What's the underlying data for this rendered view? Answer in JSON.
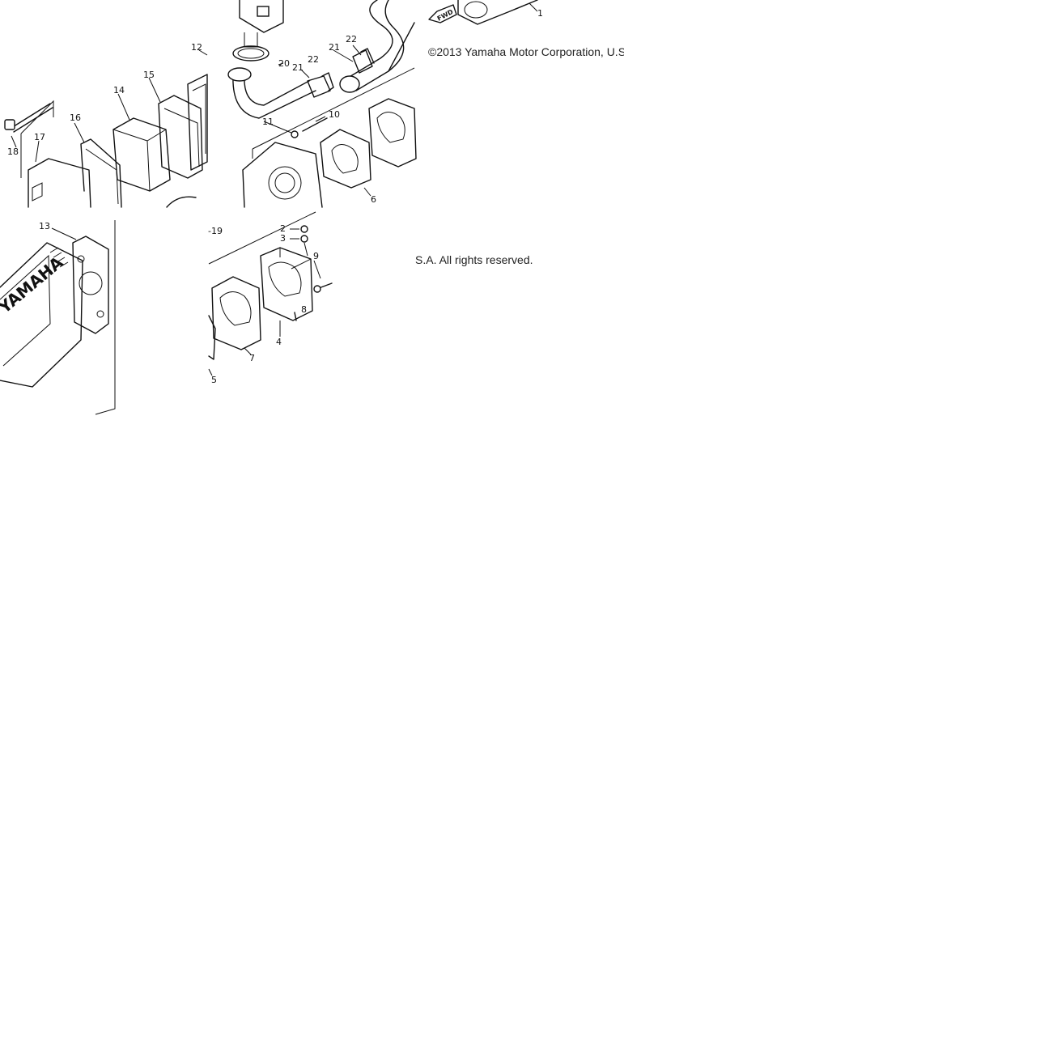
{
  "copyright": {
    "line1": "©2013 Yamaha Motor Corporation, U.S",
    "line2": "S.A. All rights reserved."
  },
  "markings": {
    "brand": "YAMAHA",
    "arrow": "FWD"
  },
  "callouts": {
    "c1": "1",
    "c2": "2",
    "c3": "3",
    "c4": "4",
    "c5": "5",
    "c6": "6",
    "c7": "7",
    "c8": "8",
    "c9": "9",
    "c10": "10",
    "c11": "11",
    "c12": "12",
    "c13": "13",
    "c14": "14",
    "c15": "15",
    "c16": "16",
    "c17": "17",
    "c18": "18",
    "c19": "-19",
    "c20": "20",
    "c21a": "21",
    "c21b": "21",
    "c22a": "22",
    "c22b": "22"
  }
}
